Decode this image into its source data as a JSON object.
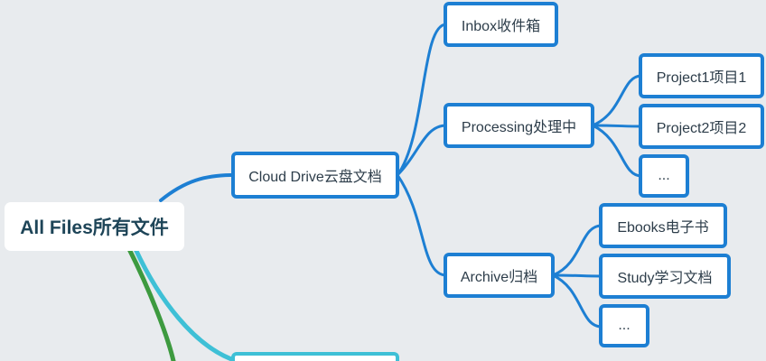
{
  "root": {
    "label": "All Files所有文件"
  },
  "branches": {
    "cloud_drive": {
      "label": "Cloud Drive云盘文档"
    },
    "inbox": {
      "label": "Inbox收件箱"
    },
    "processing": {
      "label": "Processing处理中"
    },
    "project1": {
      "label": "Project1项目1"
    },
    "project2": {
      "label": "Project2项目2"
    },
    "processing_more": {
      "label": "..."
    },
    "archive": {
      "label": "Archive归档"
    },
    "ebooks": {
      "label": "Ebooks电子书"
    },
    "study": {
      "label": "Study学习文档"
    },
    "archive_more": {
      "label": "..."
    }
  },
  "colors": {
    "background": "#e8ebee",
    "blue_branch": "#1d7fd3",
    "cyan_branch": "#3ec0d6",
    "green_branch": "#3d9a3f",
    "root_text": "#1e4558",
    "node_text": "#2d3d4a"
  }
}
